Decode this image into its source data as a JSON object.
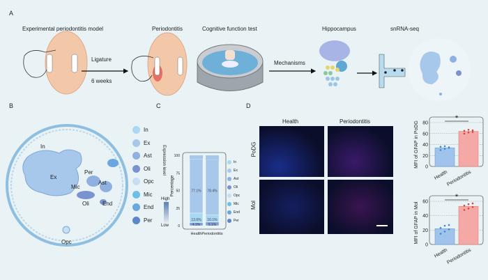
{
  "panel_labels": {
    "a": "A",
    "b": "B",
    "c": "C",
    "d": "D"
  },
  "panel_a": {
    "titles": [
      "Experimental periodontitis model",
      "Periodontitis",
      "Cognitive function test",
      "Hippocampus",
      "snRNA-seq"
    ],
    "arrow1_top": "Ligature",
    "arrow1_bottom": "6 weeks",
    "arrow2": "Mechanisms"
  },
  "panel_b": {
    "cluster_labels": [
      "In",
      "Ex",
      "Per",
      "Mic",
      "Ast",
      "Oli",
      "End",
      "Opc"
    ],
    "legend": [
      {
        "label": "In",
        "color": "#a8d8f2"
      },
      {
        "label": "Ex",
        "color": "#a7c8ea"
      },
      {
        "label": "Ast",
        "color": "#8fb0e0"
      },
      {
        "label": "Oli",
        "color": "#7a93cf"
      },
      {
        "label": "Opc",
        "color": "#c5e0f2"
      },
      {
        "label": "Mic",
        "color": "#6cc0e8"
      },
      {
        "label": "End",
        "color": "#6aa6e0"
      },
      {
        "label": "Per",
        "color": "#5b86c8"
      }
    ]
  },
  "panel_c": {
    "colorbar_title": "Expression level",
    "colorbar_high": "High",
    "colorbar_low": "Low"
  },
  "panel_d": {
    "col_headers": [
      "Health",
      "Periodontitis"
    ],
    "row_labels": [
      "PoDG",
      "Mol"
    ]
  },
  "chart_data": [
    {
      "type": "bar",
      "stacked": true,
      "ylabel": "Percentage",
      "ylim": [
        0,
        100
      ],
      "yticks": [
        "0",
        "25",
        "50",
        "75",
        "100"
      ],
      "categories": [
        "Health",
        "Periodontitis"
      ],
      "data_labels": [
        [
          "77.1%",
          "13.6%",
          "4.3%"
        ],
        [
          "78.4%",
          "10.1%",
          "5.1%"
        ]
      ],
      "segments": [
        {
          "values": [
            4.3,
            5.1
          ],
          "color": "#7f9fd6"
        },
        {
          "values": [
            13.6,
            10.1
          ],
          "color": "#a8d8f2"
        },
        {
          "values": [
            77.1,
            78.4
          ],
          "color": "#a7c8ea"
        }
      ],
      "legend": [
        "In",
        "Ex",
        "Ast",
        "Oli",
        "Opc",
        "Mic",
        "End",
        "Per"
      ]
    },
    {
      "type": "bar",
      "ylabel": "MFI of GFAP in PoDG",
      "ylim": [
        0,
        80
      ],
      "yticks": [
        "0",
        "20",
        "40",
        "60",
        "80"
      ],
      "categories": [
        "Health",
        "Periodontitis"
      ],
      "values": [
        34,
        64
      ],
      "points": [
        [
          30,
          32,
          34,
          36,
          37,
          35
        ],
        [
          60,
          62,
          63,
          65,
          67,
          66
        ]
      ],
      "colors": [
        "#9fc3ea",
        "#f5a9a6"
      ],
      "significance": "*",
      "grid": true
    },
    {
      "type": "bar",
      "ylabel": "MFI of GFAP in Mol",
      "ylim": [
        0,
        60
      ],
      "yticks": [
        "0",
        "20",
        "40",
        "60"
      ],
      "categories": [
        "Health",
        "Periodontitis"
      ],
      "values": [
        22,
        53
      ],
      "points": [
        [
          15,
          18,
          21,
          23,
          26,
          27
        ],
        [
          48,
          50,
          52,
          54,
          56,
          57
        ]
      ],
      "colors": [
        "#9fc3ea",
        "#f5a9a6"
      ],
      "significance": "*",
      "grid": true
    }
  ]
}
